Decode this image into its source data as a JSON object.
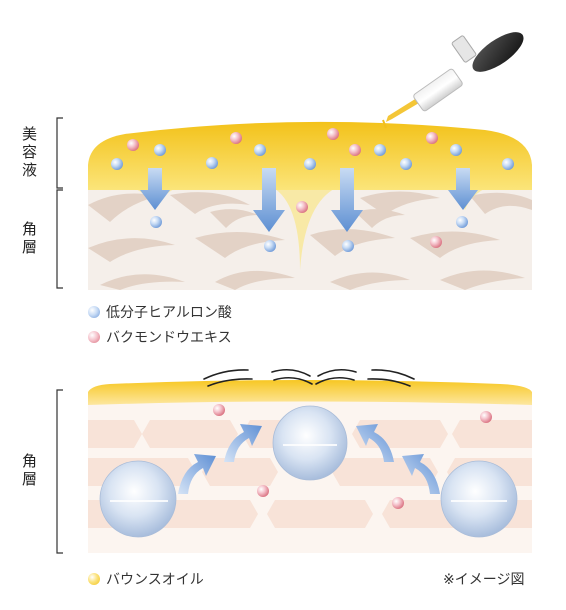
{
  "top_diagram": {
    "label_serum": "美容液",
    "label_stratum": "角層"
  },
  "bottom_diagram": {
    "label_stratum": "角層"
  },
  "legend": {
    "items": [
      {
        "text": "低分子ヒアルロン酸",
        "color": "#8fb5e6"
      },
      {
        "text": "バクモンドウエキス",
        "color": "#e89aa8"
      }
    ],
    "oil": {
      "text": "バウンスオイル",
      "color": "#f2c21d"
    },
    "note": "※イメージ図"
  }
}
